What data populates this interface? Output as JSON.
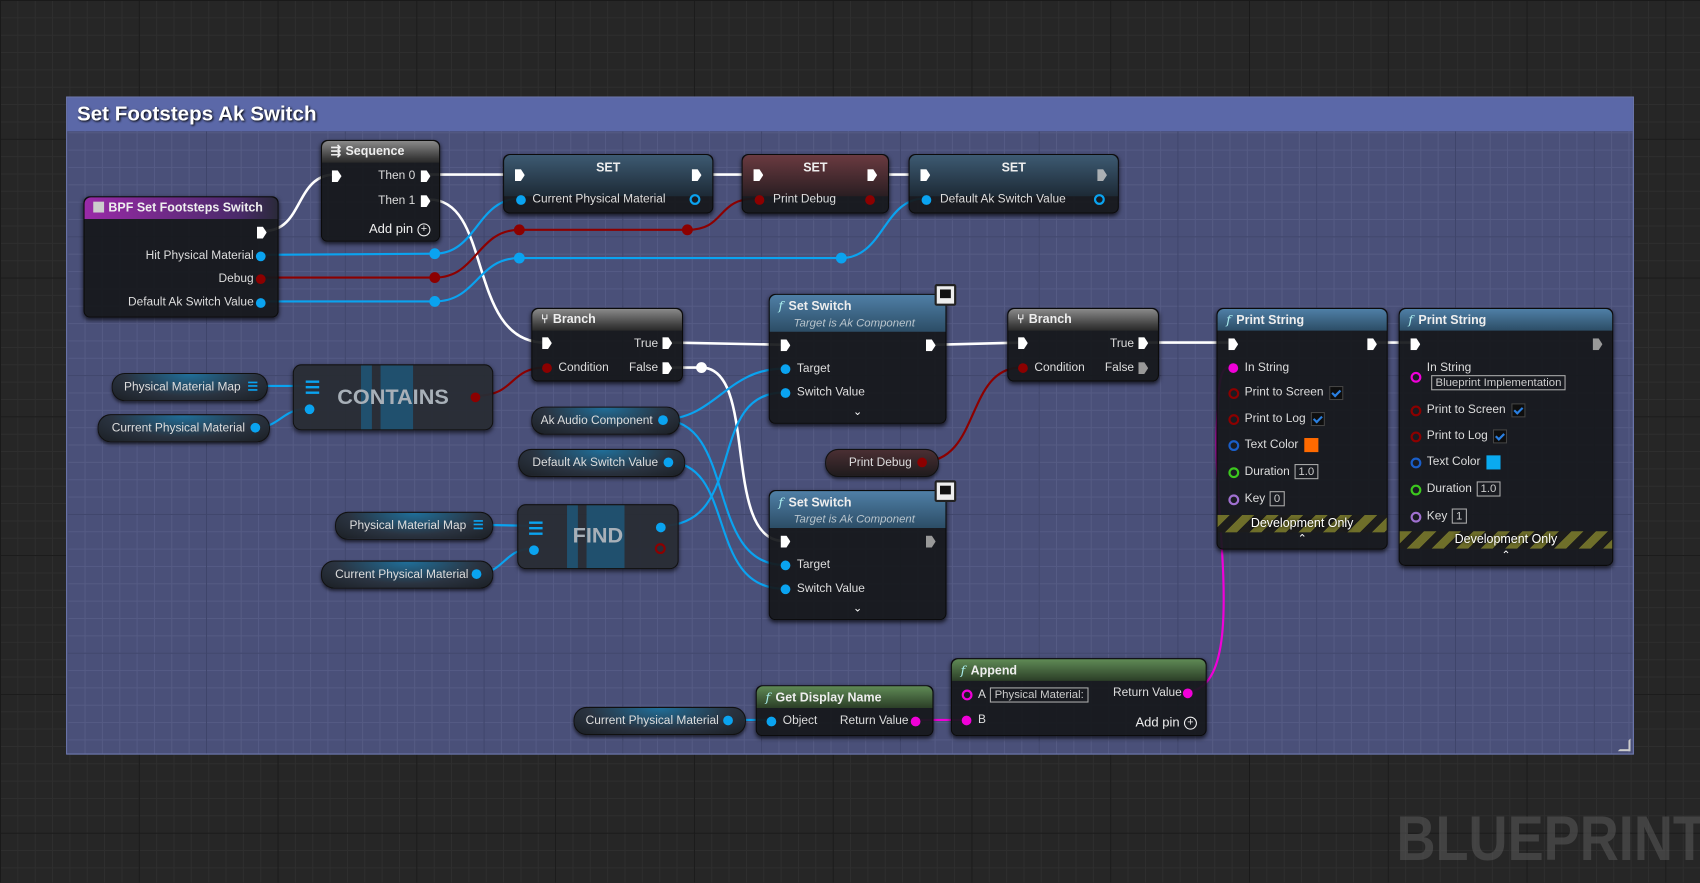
{
  "comment": {
    "title": "Set Footsteps Ak Switch"
  },
  "watermark": "BLUEPRINT",
  "event": {
    "title": "BPF Set Footsteps Switch",
    "pins": [
      "Hit Physical Material",
      "Debug",
      "Default Ak Switch Value"
    ]
  },
  "sequence": {
    "title": "Sequence",
    "then0": "Then 0",
    "then1": "Then 1",
    "add_pin": "Add pin"
  },
  "set1": {
    "title": "SET",
    "pin": "Current Physical Material"
  },
  "set2": {
    "title": "SET",
    "pin": "Print Debug"
  },
  "set3": {
    "title": "SET",
    "pin": "Default Ak Switch Value"
  },
  "branch1": {
    "title": "Branch",
    "condition": "Condition",
    "true": "True",
    "false": "False"
  },
  "branch2": {
    "title": "Branch",
    "condition": "Condition",
    "true": "True",
    "false": "False"
  },
  "set_switch1": {
    "title": "Set Switch",
    "subtitle": "Target is Ak Component",
    "target": "Target",
    "switch_value": "Switch Value"
  },
  "set_switch2": {
    "title": "Set Switch",
    "subtitle": "Target is Ak Component",
    "target": "Target",
    "switch_value": "Switch Value"
  },
  "contains": {
    "label": "CONTAINS"
  },
  "find": {
    "label": "FIND"
  },
  "vars": {
    "phys_map_1": "Physical Material Map",
    "cur_phys_1": "Current Physical Material",
    "ak_audio": "Ak Audio Component",
    "default_ak": "Default Ak Switch Value",
    "print_debug": "Print Debug",
    "phys_map_2": "Physical Material Map",
    "cur_phys_2": "Current Physical Material",
    "cur_phys_3": "Current Physical Material"
  },
  "get_display_name": {
    "title": "Get Display Name",
    "object": "Object",
    "return_value": "Return Value"
  },
  "append": {
    "title": "Append",
    "a": "A",
    "a_value": "Physical Material:",
    "b": "B",
    "return_value": "Return Value",
    "add_pin": "Add pin"
  },
  "print1": {
    "title": "Print String",
    "in_string": "In String",
    "print_to_screen": "Print to Screen",
    "print_to_screen_checked": true,
    "print_to_log": "Print to Log",
    "print_to_log_checked": true,
    "text_color": "Text Color",
    "text_color_value": "#ff6a00",
    "duration": "Duration",
    "duration_value": "1.0",
    "key": "Key",
    "key_value": "0",
    "dev_only": "Development Only"
  },
  "print2": {
    "title": "Print String",
    "in_string": "In String",
    "in_string_value": "Blueprint Implementation",
    "print_to_screen": "Print to Screen",
    "print_to_screen_checked": true,
    "print_to_log": "Print to Log",
    "print_to_log_checked": true,
    "text_color": "Text Color",
    "text_color_value": "#0aaaf0",
    "duration": "Duration",
    "duration_value": "1.0",
    "key": "Key",
    "key_value": "1",
    "dev_only": "Development Only"
  },
  "colors": {
    "object_pin": "#0aa3f0",
    "bool_pin": "#8c0000",
    "string_pin": "#f000d8",
    "float_pin": "#3cc81e",
    "color_pin": "#1a5ec8",
    "key_pin": "#a070d0",
    "exec": "#ffffff"
  }
}
